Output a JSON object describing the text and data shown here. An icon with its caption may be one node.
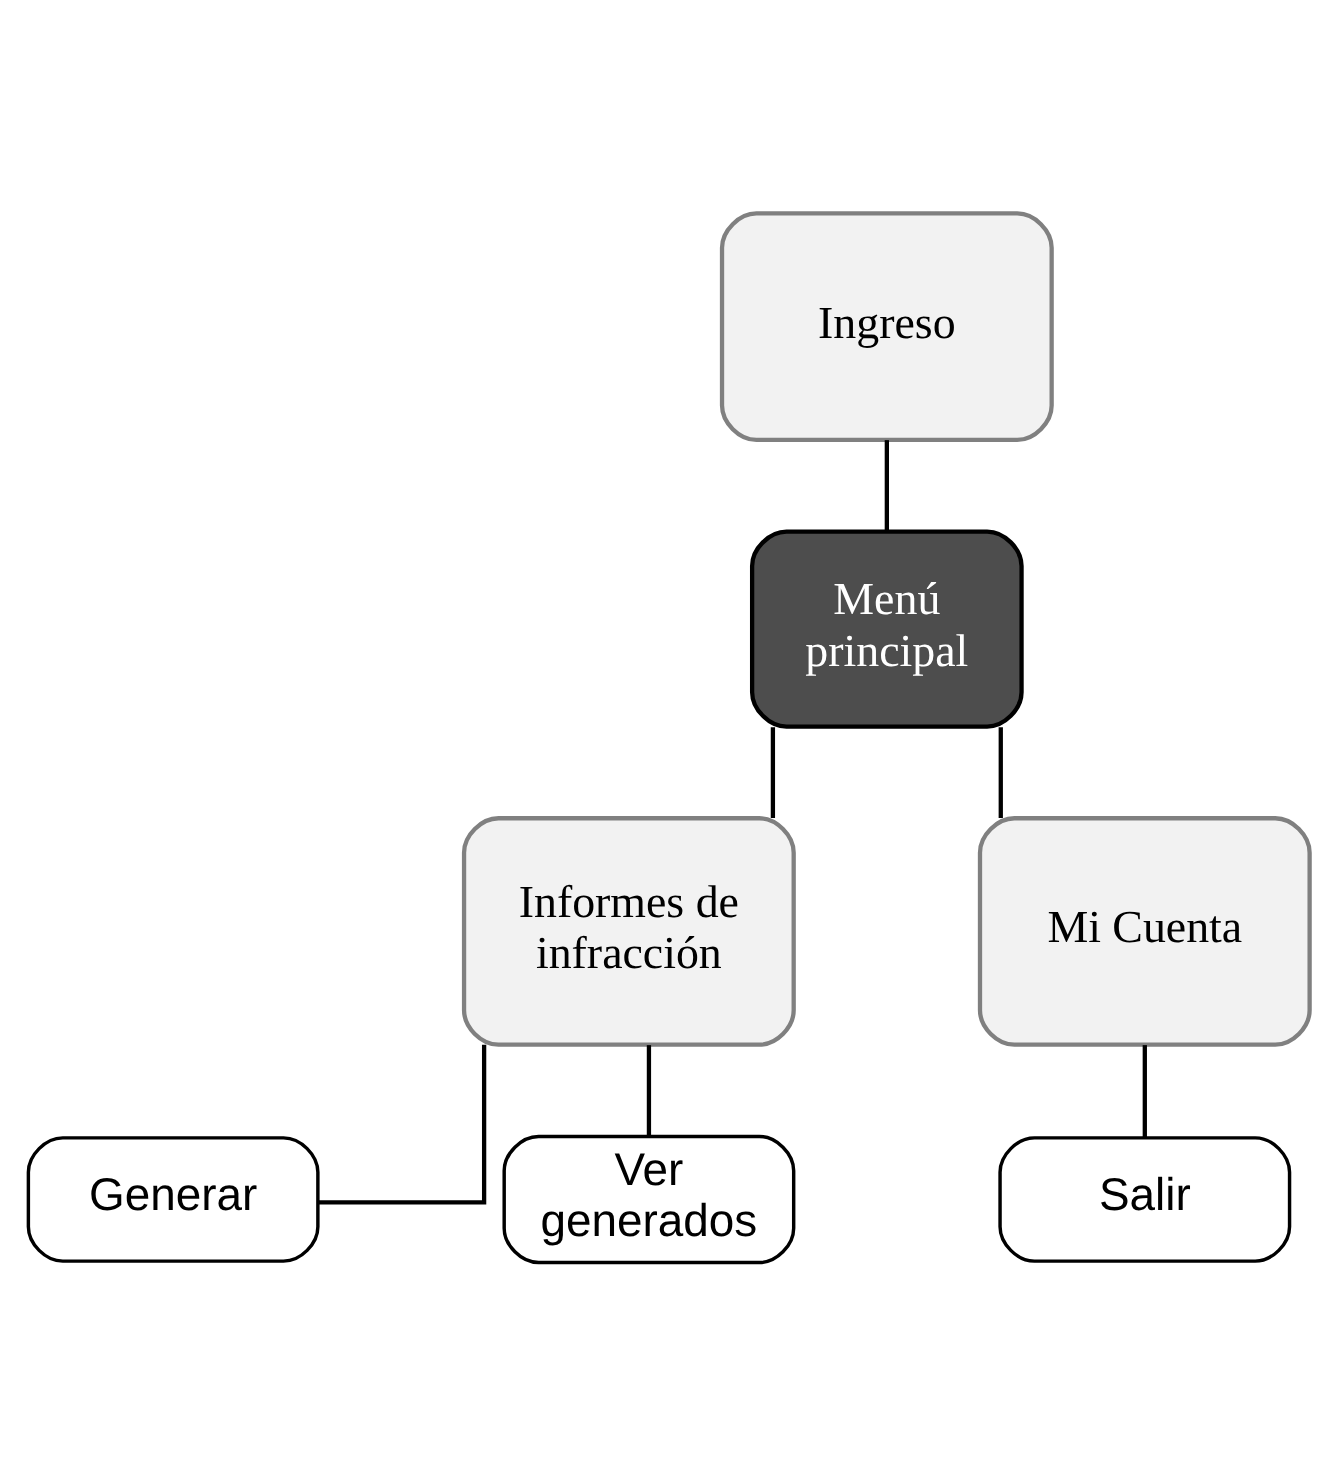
{
  "diagram": {
    "nodes": [
      {
        "text": [
          "Ingreso"
        ]
      },
      {
        "text": [
          "Menú principal"
        ]
      },
      {
        "text": [
          "Informes de infracción"
        ]
      },
      {
        "text": [
          "Mi Cuenta"
        ]
      },
      {
        "text": [
          "Generar"
        ]
      },
      {
        "text": [
          "Ver generados"
        ]
      },
      {
        "text": [
          "Salir"
        ]
      }
    ],
    "edges": [
      {
        "from": 0,
        "to": 1,
        "arrow": "none"
      },
      {
        "from": 1,
        "to": 2,
        "arrow": "none"
      },
      {
        "from": 1,
        "to": 3,
        "arrow": "none"
      },
      {
        "from": 2,
        "to": 4,
        "arrow": "none"
      },
      {
        "from": 2,
        "to": 5,
        "arrow": "none"
      },
      {
        "from": 3,
        "to": 6,
        "arrow": "none"
      }
    ]
  }
}
